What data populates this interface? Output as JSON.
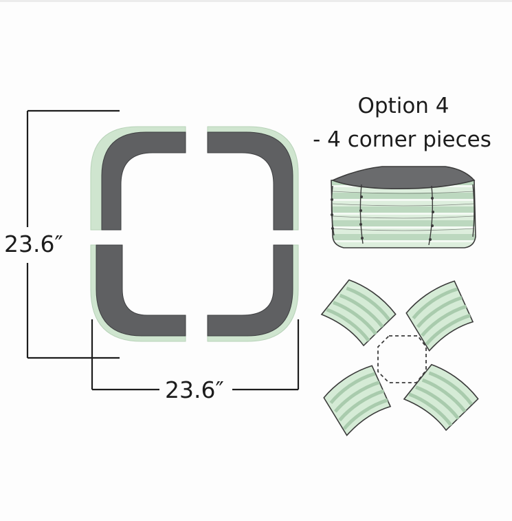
{
  "title": "Option 4",
  "subtitle": "- 4 corner pieces",
  "height_label": "23.6″",
  "width_label": "23.6″",
  "colors": {
    "soil": "#5f6062",
    "soil_stroke": "#3e3f41",
    "panel_green": "#cde6cf",
    "panel_green_light": "#e8f4e8",
    "panel_stripe": "#b9d6bc",
    "outline": "#3a3a3a",
    "dims": "#1c1c1c"
  }
}
